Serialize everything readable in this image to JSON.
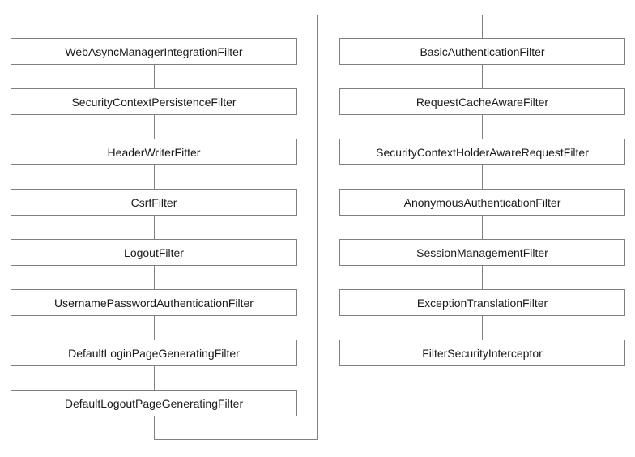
{
  "diagram": {
    "kind": "flowchart",
    "filters": {
      "left": [
        "WebAsyncManagerIntegrationFilter",
        "SecurityContextPersistenceFilter",
        "HeaderWriterFitter",
        "CsrfFilter",
        "LogoutFilter",
        "UsernamePasswordAuthenticationFilter",
        "DefaultLoginPageGeneratingFilter",
        "DefaultLogoutPageGeneratingFilter"
      ],
      "right": [
        "BasicAuthenticationFilter",
        "RequestCacheAwareFilter",
        "SecurityContextHolderAwareRequestFilter",
        "AnonymousAuthenticationFilter",
        "SessionManagementFilter",
        "ExceptionTranslationFilter",
        "FilterSecurityInterceptor"
      ]
    },
    "colors": {
      "background": "#ffffff",
      "box_fill": "#ffffff",
      "box_border": "#808080",
      "connector": "#808080",
      "text": "#1a1a1a"
    }
  }
}
